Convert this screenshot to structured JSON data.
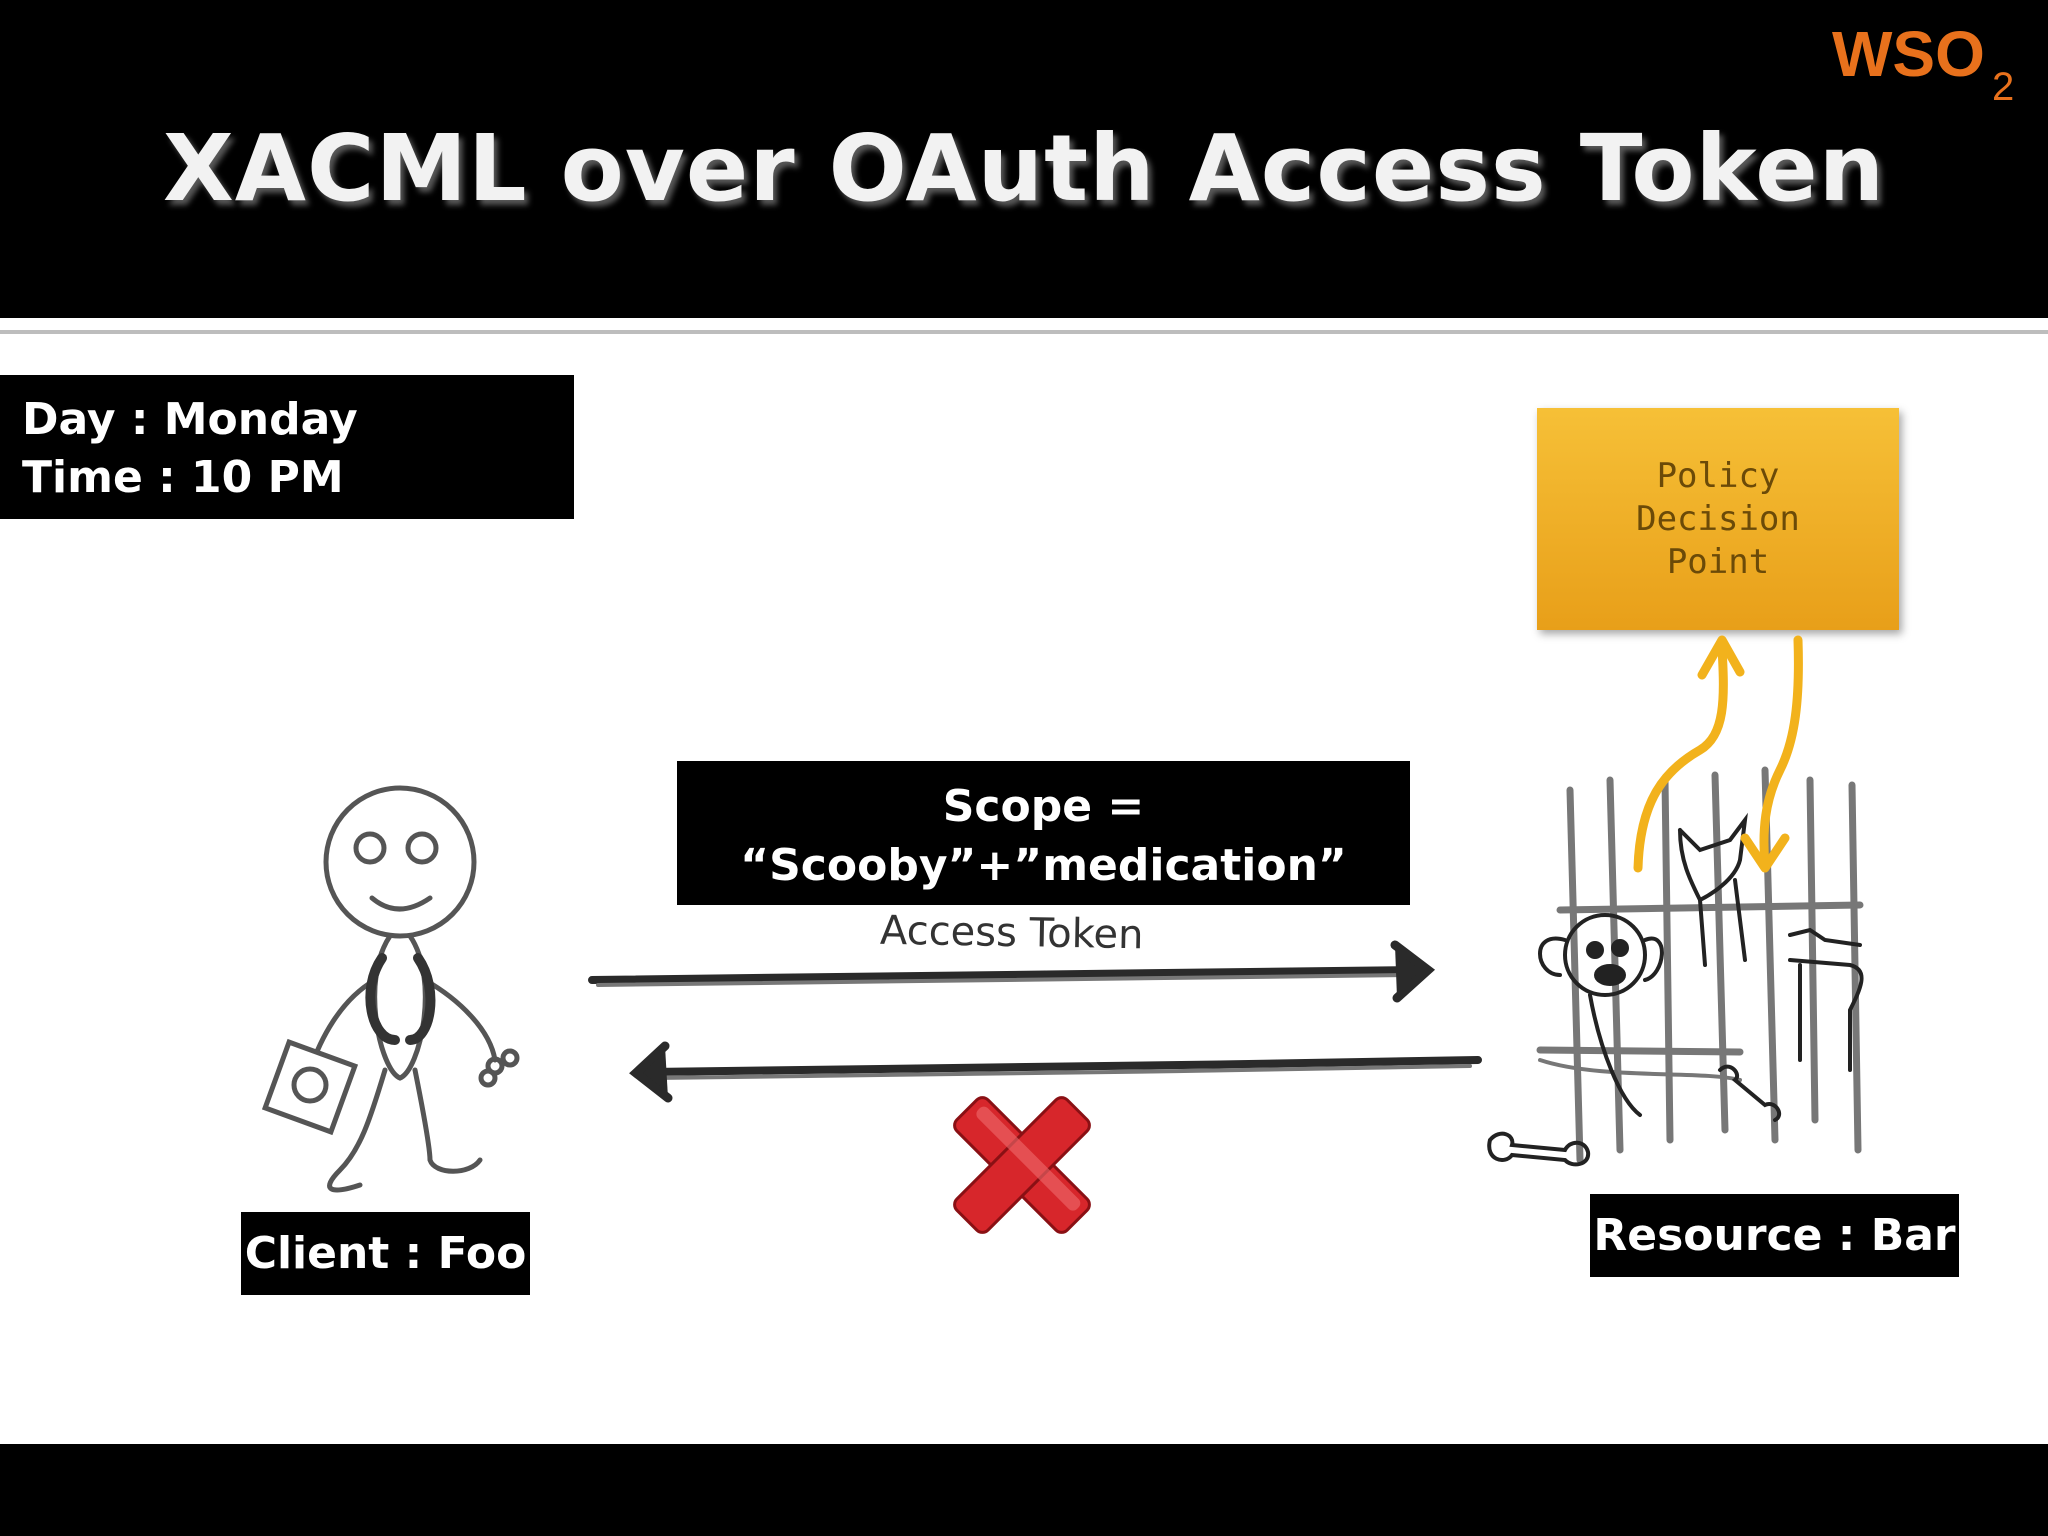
{
  "slide": {
    "title": "XACML over OAuth Access Token",
    "logo_text": "WSO",
    "logo_subscript": "2"
  },
  "context": {
    "day_line": "Day : Monday",
    "time_line": "Time : 10 PM"
  },
  "scope": {
    "line1": "Scope =",
    "line2": "“Scooby”+”medication”"
  },
  "policy_decision_point": {
    "line1": "Policy",
    "line2": "Decision",
    "line3": "Point"
  },
  "flow": {
    "forward_label": "Access Token"
  },
  "client": {
    "label": "Client : Foo"
  },
  "resource": {
    "label": "Resource : Bar"
  },
  "colors": {
    "header_bg": "#000000",
    "pdp_fill": "#f0b02a",
    "flow_arrow": "#f2b21c",
    "denied_cross": "#d7262b",
    "logo_orange": "#e8711c"
  }
}
